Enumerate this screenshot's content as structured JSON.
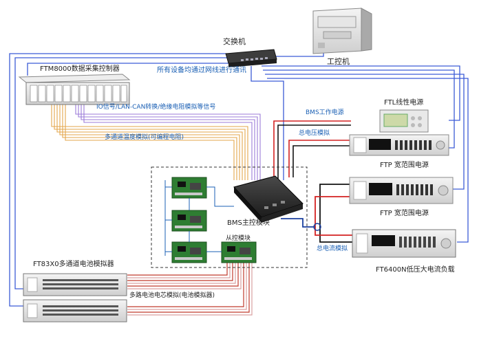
{
  "diagram": {
    "labels": {
      "switch": "交换机",
      "ipc": "工控机",
      "network_note": "所有设备均通过网线进行通讯",
      "ftm8000": "FTM8000数据采集控制器",
      "io_signal": "IO信号/LAN-CAN转换/绝缘电阻模拟等信号",
      "bms_power": "BMS工作电源",
      "ftl_power": "FTL线性电源",
      "temp_sim": "多通道温度模拟(可编程电阻)",
      "total_voltage": "总电压模拟",
      "ftp_power_1": "FTP 宽范围电源",
      "ftp_power_2": "FTP 宽范围电源",
      "bms_master": "BMS主控模块",
      "slave": "从控模块",
      "total_current": "总电流模拟",
      "ft6400n": "FT6400N低压大电流负载",
      "ft83x0": "FT83X0多通道电池模拟器",
      "cell_sim": "多路电池电芯模拟(电池模拟器)"
    },
    "colors": {
      "network": "#3b5bd6",
      "signal": "#9b7ad8",
      "temp": "#e3a54a",
      "power_red": "#d42020",
      "power_black": "#111111",
      "cell_red": "#c0392b",
      "label_blue": "#1a5fb4"
    }
  }
}
